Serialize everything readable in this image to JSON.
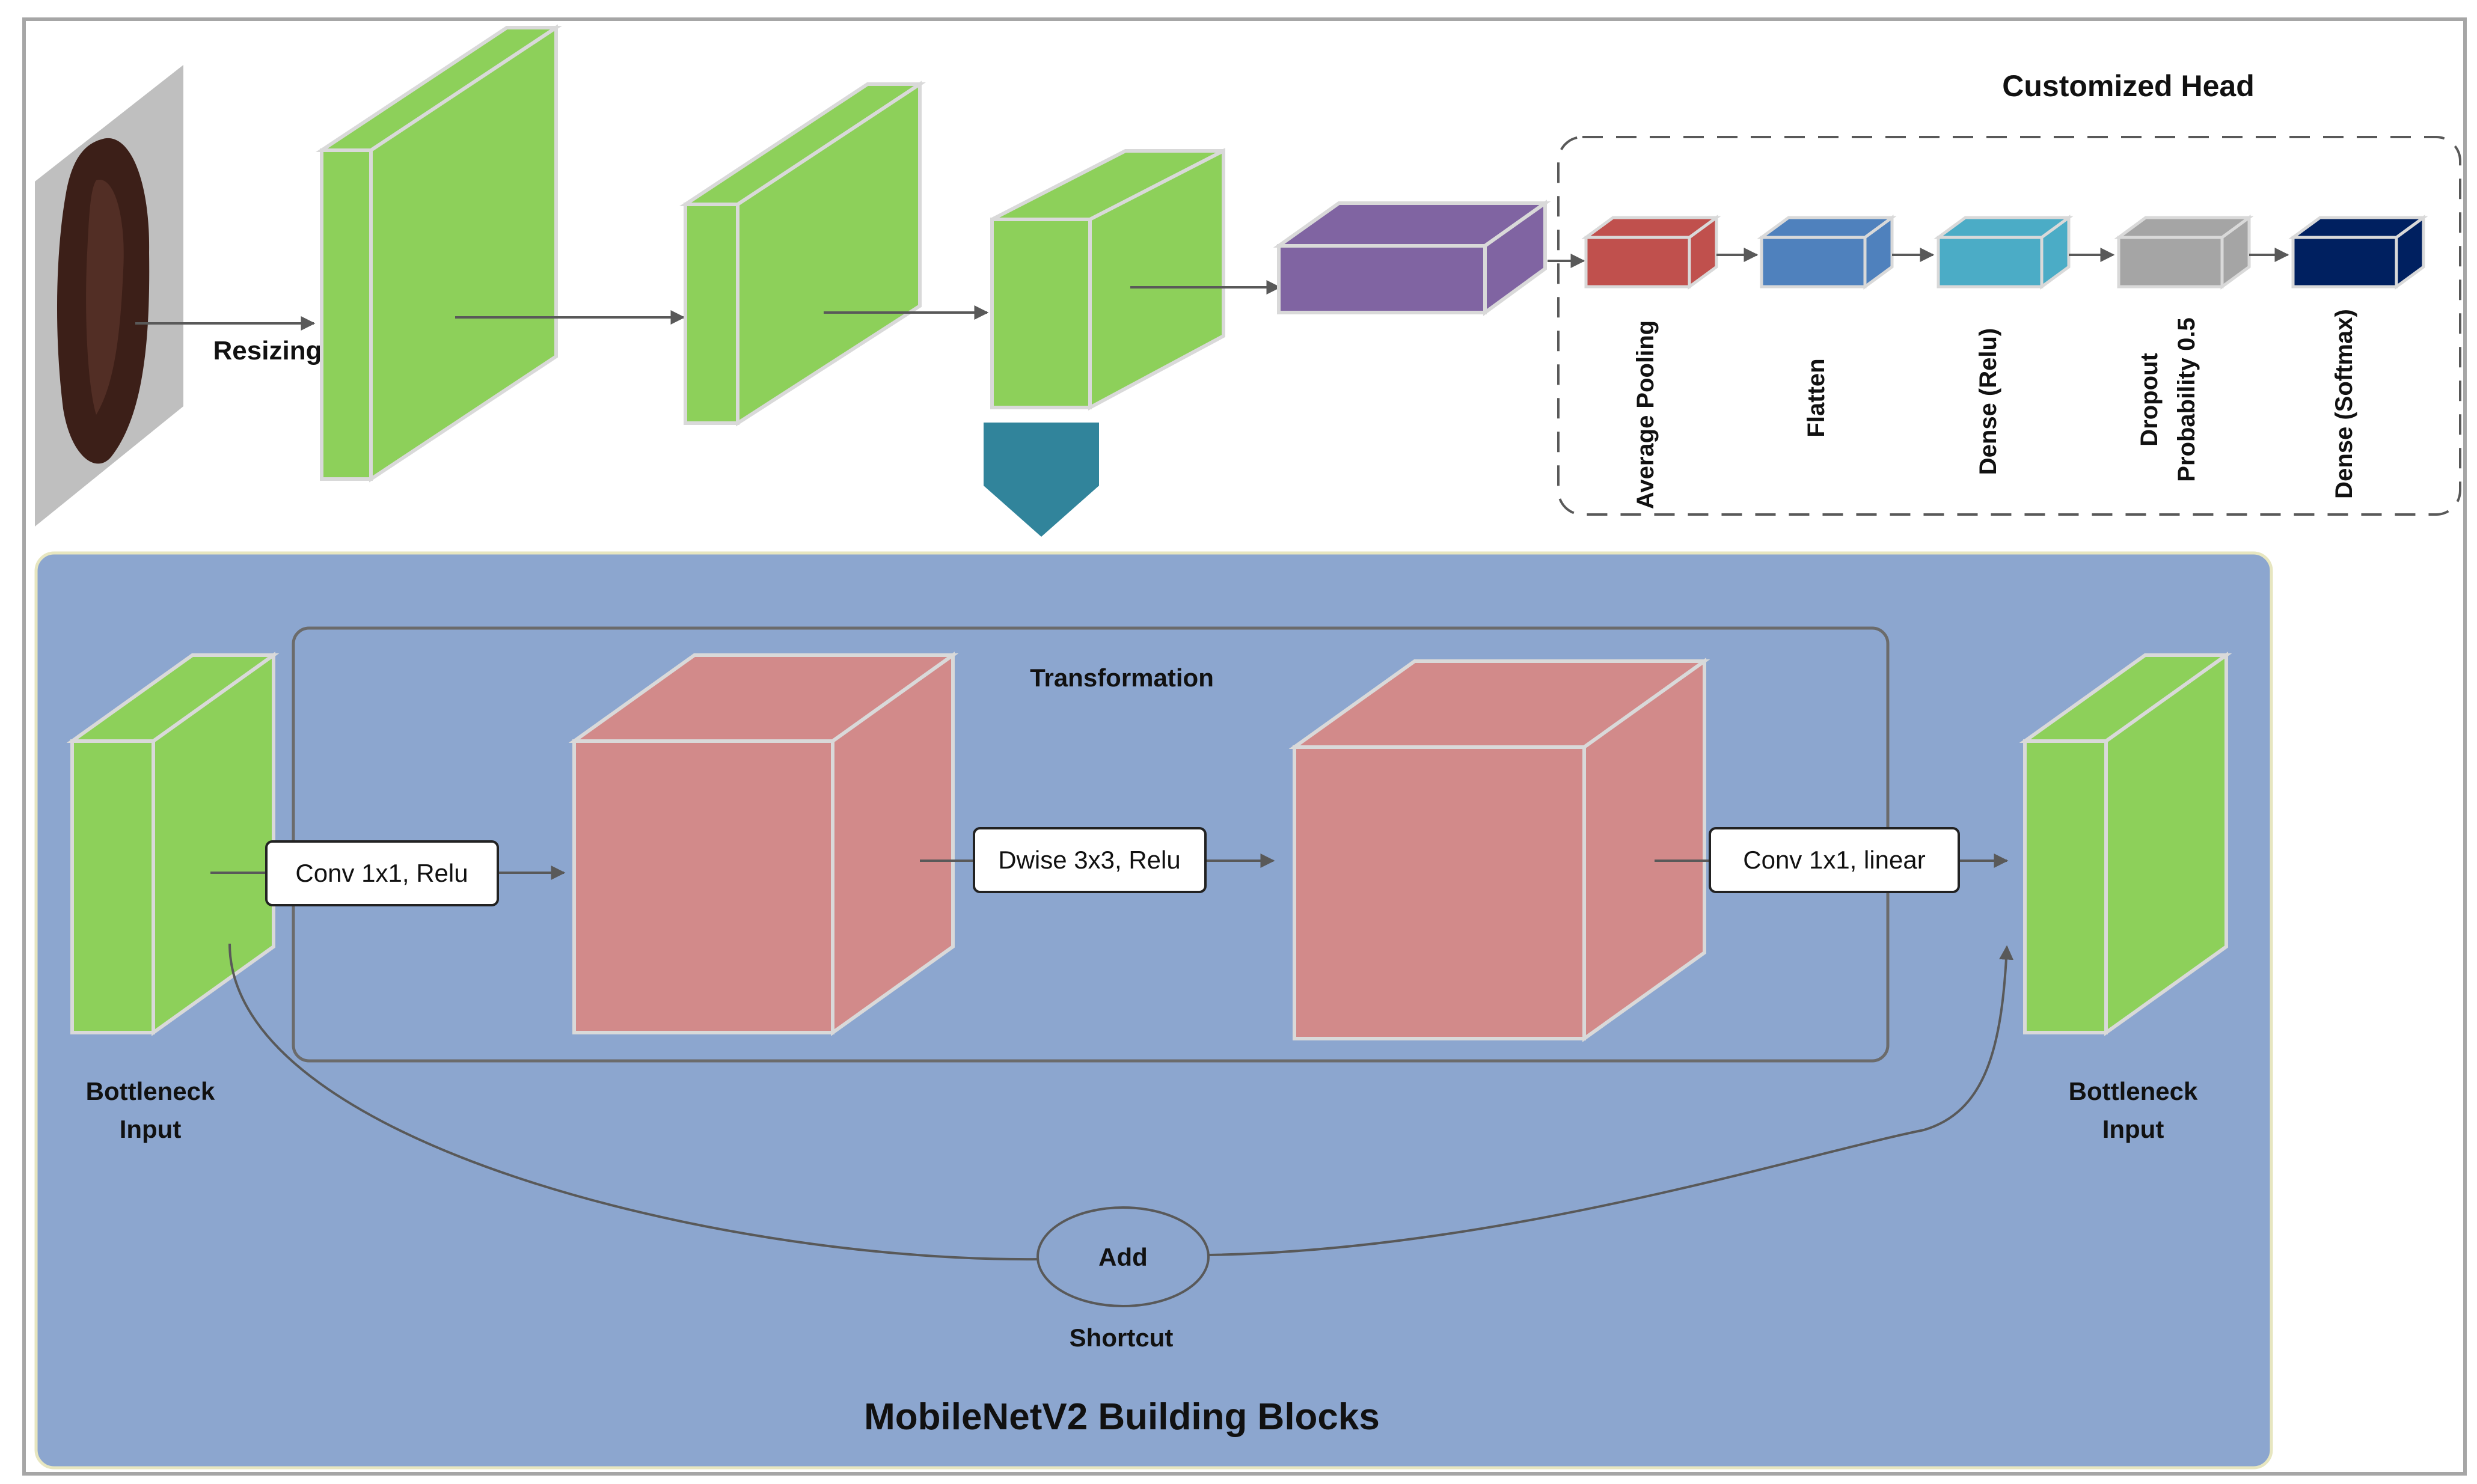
{
  "input": {
    "resizing_label": "Resizing"
  },
  "head": {
    "title": "Customized Head",
    "layers": [
      {
        "name": "average-pooling",
        "lines": [
          "Average Pooling"
        ],
        "color": "#c0504d"
      },
      {
        "name": "flatten",
        "lines": [
          "Flatten"
        ],
        "color": "#4f81bd"
      },
      {
        "name": "dense-relu",
        "lines": [
          "Dense (Relu)"
        ],
        "color": "#4bacc6"
      },
      {
        "name": "dropout",
        "lines": [
          "Dropout",
          "Probability 0.5"
        ],
        "color": "#a5a5a5"
      },
      {
        "name": "dense-softmax",
        "lines": [
          "Dense (Softmax)"
        ],
        "color": "#002060"
      }
    ]
  },
  "block": {
    "title": "MobileNetV2 Building Blocks",
    "transformation_label": "Transformation",
    "input_label_1": "Bottleneck",
    "input_label_2": "Input",
    "output_label_1": "Bottleneck",
    "output_label_2": "Input",
    "op1": "Conv 1x1, Relu",
    "op2": "Dwise 3x3, Relu",
    "op3": "Conv 1x1, linear",
    "add_label": "Add",
    "shortcut_label": "Shortcut"
  },
  "colors": {
    "feature_green": "#8dd05a",
    "bottleneck_purple": "#8064a2",
    "expansion_pink": "#d28a8a",
    "block_background": "#8ca6cf",
    "down_arrow": "#31849b",
    "connector": "#595959"
  }
}
